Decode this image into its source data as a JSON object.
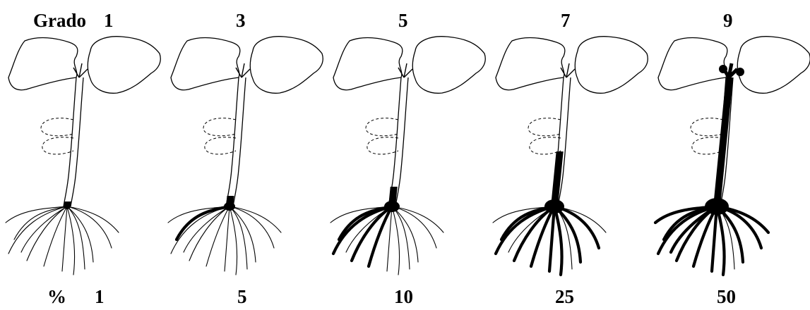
{
  "top_prefix": "Grado",
  "bottom_prefix": "%",
  "stages": [
    {
      "grado": "1",
      "percent": "1",
      "severity": 0.01
    },
    {
      "grado": "3",
      "percent": "5",
      "severity": 0.05
    },
    {
      "grado": "5",
      "percent": "10",
      "severity": 0.1
    },
    {
      "grado": "7",
      "percent": "25",
      "severity": 0.25
    },
    {
      "grado": "9",
      "percent": "50",
      "severity": 0.5
    }
  ]
}
